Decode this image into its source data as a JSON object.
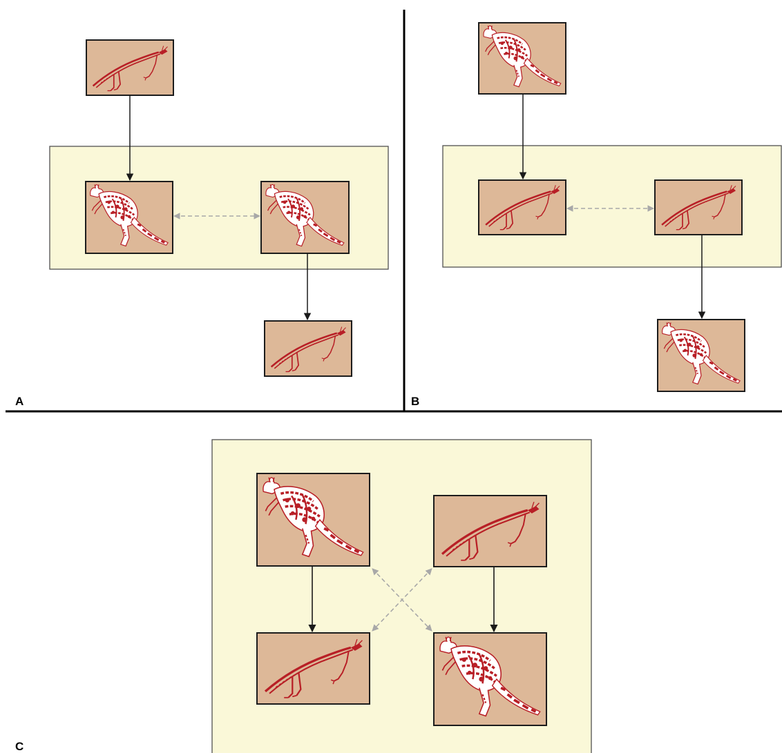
{
  "colors": {
    "background": "#ffffff",
    "group_fill": "#faf8d8",
    "group_stroke": "#505050",
    "frame_fill": "#ddb898",
    "frame_stroke": "#1c1c1c",
    "rock_art_ink": "#b81f26",
    "rock_art_light": "#ffffff",
    "arrow_solid": "#1a1a1a",
    "arrow_dashed": "#a8a8a8",
    "divider": "#000000"
  },
  "panels": [
    {
      "id": "A",
      "label": "A"
    },
    {
      "id": "B",
      "label": "B"
    },
    {
      "id": "C",
      "label": "C"
    }
  ],
  "figures": {
    "kangaroo": "kangaroo-figure-icon",
    "stick": "stick-figure-icon"
  },
  "relations": {
    "solid": "directed-arrow",
    "dashed": "bidirectional-dashed-arrow"
  }
}
